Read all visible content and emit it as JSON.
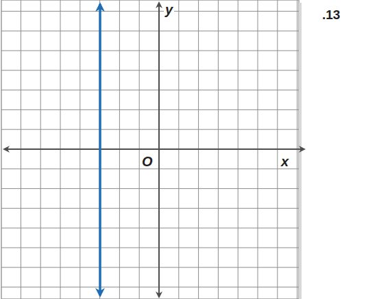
{
  "diagram": {
    "labels": [
      "y",
      "O",
      "x",
      ".13"
    ]
  }
}
